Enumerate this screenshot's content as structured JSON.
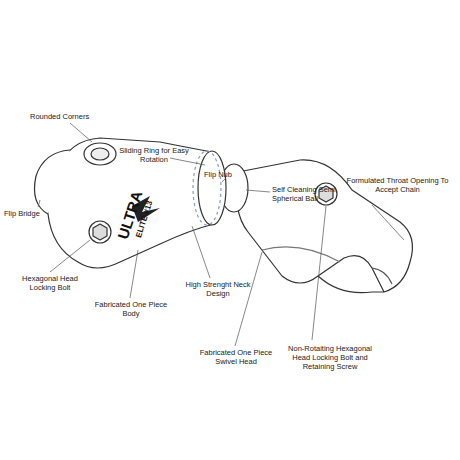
{
  "diagram": {
    "labels": [
      "Rounded Corners",
      "Sliding Ring for Easy Rotation",
      "Flip Nub",
      "Self Cleaning Semi Spherical Ball",
      "Formulated Throat Opening To Accept Chain",
      "Flip Bridge",
      "Hexagonal Head Locking Bolt",
      "Fabricated One Piece Body",
      "High Strenght Neck Design",
      "Fabricated One Piece Swivel Head",
      "Non-Rotaiting Hexagonal Head Locking Bolt and Retaining Screw",
      "ULTRA",
      "ELITE #13"
    ]
  }
}
